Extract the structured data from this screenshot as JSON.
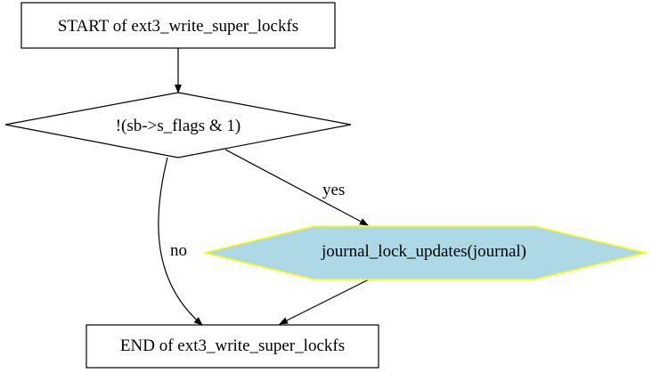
{
  "nodes": {
    "start": {
      "label": "START of ext3_write_super_lockfs"
    },
    "decision": {
      "label": "!(sb->s_flags & 1)"
    },
    "action": {
      "label": "journal_lock_updates(journal)",
      "fill_color": "#add8e6",
      "border_color": "#ffff00"
    },
    "end": {
      "label": "END of ext3_write_super_lockfs"
    }
  },
  "edges": {
    "yes": {
      "label": "yes"
    },
    "no": {
      "label": "no"
    }
  }
}
